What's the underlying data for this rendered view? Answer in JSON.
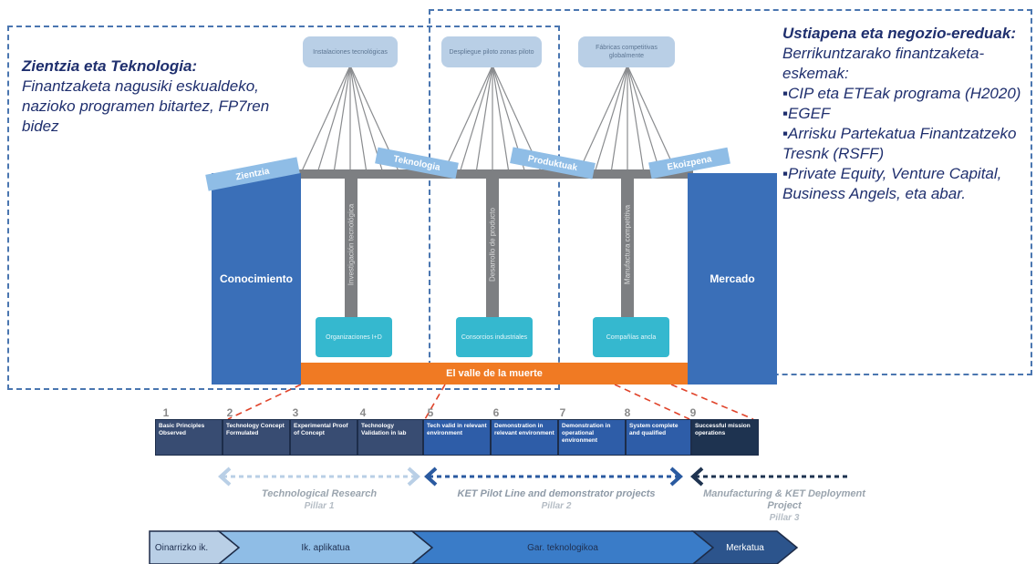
{
  "left_panel": {
    "heading": "Zientzia eta Teknologia:",
    "body": "Finantzaketa nagusiki eskualdeko, nazioko programen bitartez, FP7ren bidez"
  },
  "right_panel": {
    "heading": "Ustiapena eta negozio-ereduak:",
    "subheading": "Berrikuntzarako finantzaketa-eskemak:",
    "items": [
      "▪CIP eta ETEak programa (H2020)",
      "▪EGEF",
      "▪Arrisku Partekatua Finantzatzeko Tresnk (RSFF)",
      "▪Private Equity, Venture Capital, Business Angels, eta abar."
    ]
  },
  "bridge": {
    "top_boxes": [
      "Instalaciones tecnológicas",
      "Despliegue piloto zonas piloto",
      "Fábricas competitivas globalmente"
    ],
    "pillar_labels": [
      "Investigación tecnológica",
      "Desarrollo de producto",
      "Manufactura competitiva"
    ],
    "deck_tags": [
      "Zientzia",
      "Teknologia",
      "Produktuak",
      "Ekoizpena"
    ],
    "left_column": "Conocimiento",
    "right_column": "Mercado",
    "org_boxes": [
      "Organizaciones I+D",
      "Consorcios industriales",
      "Compañías ancla"
    ],
    "valley": "El valle de la muerte",
    "colors": {
      "column": "#3a6fb8",
      "valley": "#f07a23",
      "org": "#35b8cf",
      "tag": "#8fbde6",
      "pillar": "#7d7f82"
    }
  },
  "trl": {
    "numbers": [
      "1",
      "2",
      "3",
      "4",
      "5",
      "6",
      "7",
      "8",
      "9"
    ],
    "steps": [
      "Basic Principles Observed",
      "Technology Concept Formulated",
      "Experimental Proof of Concept",
      "Technology Validation in lab",
      "Tech valid in relevant environment",
      "Demonstration in relevant environment",
      "Demonstration in operational environment",
      "System complete and qualified",
      "Successful mission operations"
    ]
  },
  "pillars": [
    {
      "title": "Technological Research",
      "sub": "Pillar 1"
    },
    {
      "title": "KET Pilot Line and demonstrator projects",
      "sub": "Pillar 2"
    },
    {
      "title": "Manufacturing & KET Deployment Project",
      "sub": "Pillar 3"
    }
  ],
  "chevrons": [
    "Oinarrizko ik.",
    "Ik. aplikatua",
    "Gar. teknologikoa",
    "Merkatua"
  ]
}
